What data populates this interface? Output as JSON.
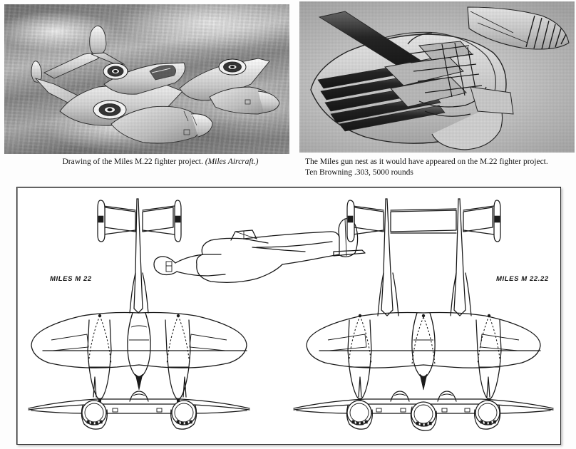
{
  "page": {
    "background_color": "#fdfdfd",
    "ink_color": "#161616"
  },
  "photos": [
    {
      "id": "photo-left",
      "alt_name": "miles-m22-artist-impression",
      "description": "Black and white artist's impression of the Miles M.22 twin-boom fighter in flight above clouds, showing RAF roundels on the wings and fuselage nacelle."
    },
    {
      "id": "photo-right",
      "alt_name": "miles-m22-gun-nest-cutaway",
      "description": "Black and white cutaway drawing of the Miles gun nest installation with ten Browning machine guns and ammunition feed."
    }
  ],
  "captions": {
    "left": {
      "text_main": "Drawing of the Miles M.22 fighter project. ",
      "text_italic": "(Miles Aircraft.)"
    },
    "right": {
      "line1": "The Miles gun nest as it would have appeared on the M.22 fighter project.",
      "line2": "Ten Browning .303, 5000 rounds"
    }
  },
  "drawing": {
    "panel_name": "three-view-general-arrangement-drawing",
    "labels": {
      "left_variant": "MILES  M 22",
      "right_variant": "MILES  M 22.22"
    },
    "views": [
      {
        "name": "left-plan-view",
        "variant": "MILES  M 22"
      },
      {
        "name": "right-plan-view",
        "variant": "MILES  M 22.22"
      },
      {
        "name": "perspective-side-view",
        "variant": "MILES  M 22"
      },
      {
        "name": "left-front-elevation",
        "variant": "MILES  M 22"
      },
      {
        "name": "right-front-elevation",
        "variant": "MILES  M 22.22"
      }
    ]
  }
}
